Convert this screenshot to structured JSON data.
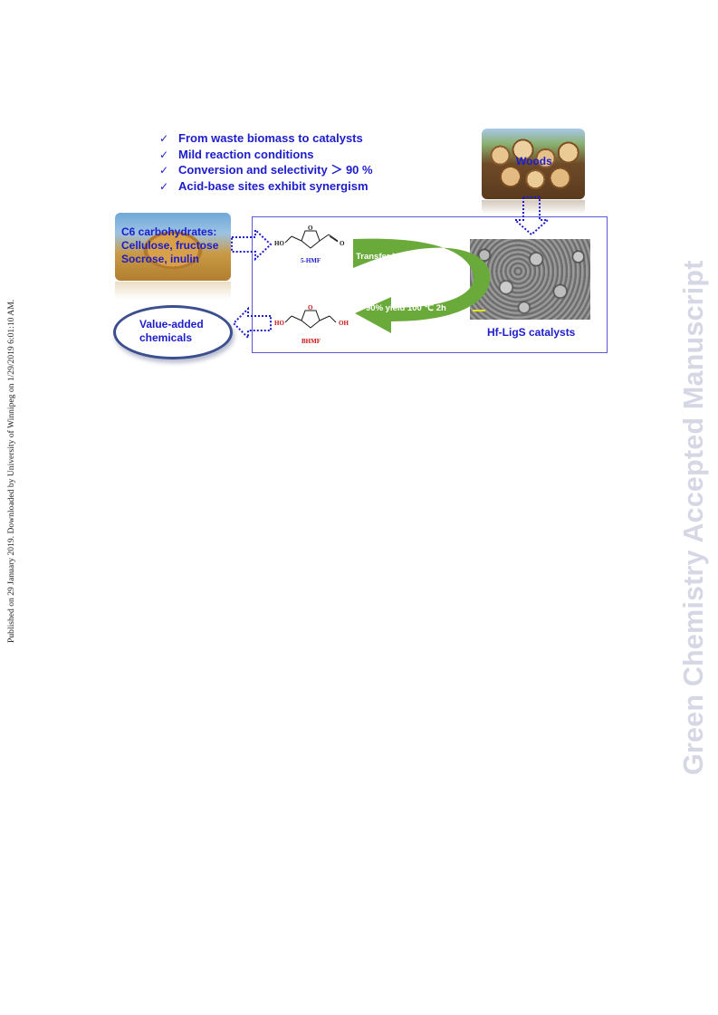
{
  "sidebar": {
    "published_note": "Published on 29 January 2019. Downloaded by University of Winnipeg on 1/29/2019 6:01:10 AM."
  },
  "watermark": {
    "text": "Green Chemistry Accepted Manuscript"
  },
  "abstract": {
    "bullets": [
      "From waste biomass to catalysts",
      "Mild reaction conditions",
      "Conversion and selectivity ＞ 90 %",
      "Acid-base sites exhibit synergism"
    ],
    "check_glyph": "✓",
    "woods_label": "Woods",
    "carbohydrates_lines": [
      "C6 carbohydrates:",
      "Cellulose, fructose",
      "Socrose, inulin"
    ],
    "reaction_label": "Transfer hydrogenation",
    "yield_label": "90% yield 100 ℃ 2h",
    "catalyst_label": "Hf-LigS catalysts",
    "product_lines": [
      "Value-added",
      "chemicals"
    ],
    "hmf_name": "5-HMF",
    "bhmf_name": "BHMF",
    "atom_labels": {
      "ho": "HO",
      "o": "O",
      "oh": "OH"
    },
    "colors": {
      "accent": "#1c1ccc",
      "arrow_green": "#6aaa3a",
      "bhmf_red": "#cc1111",
      "watermark": "#d6d7e4"
    }
  }
}
